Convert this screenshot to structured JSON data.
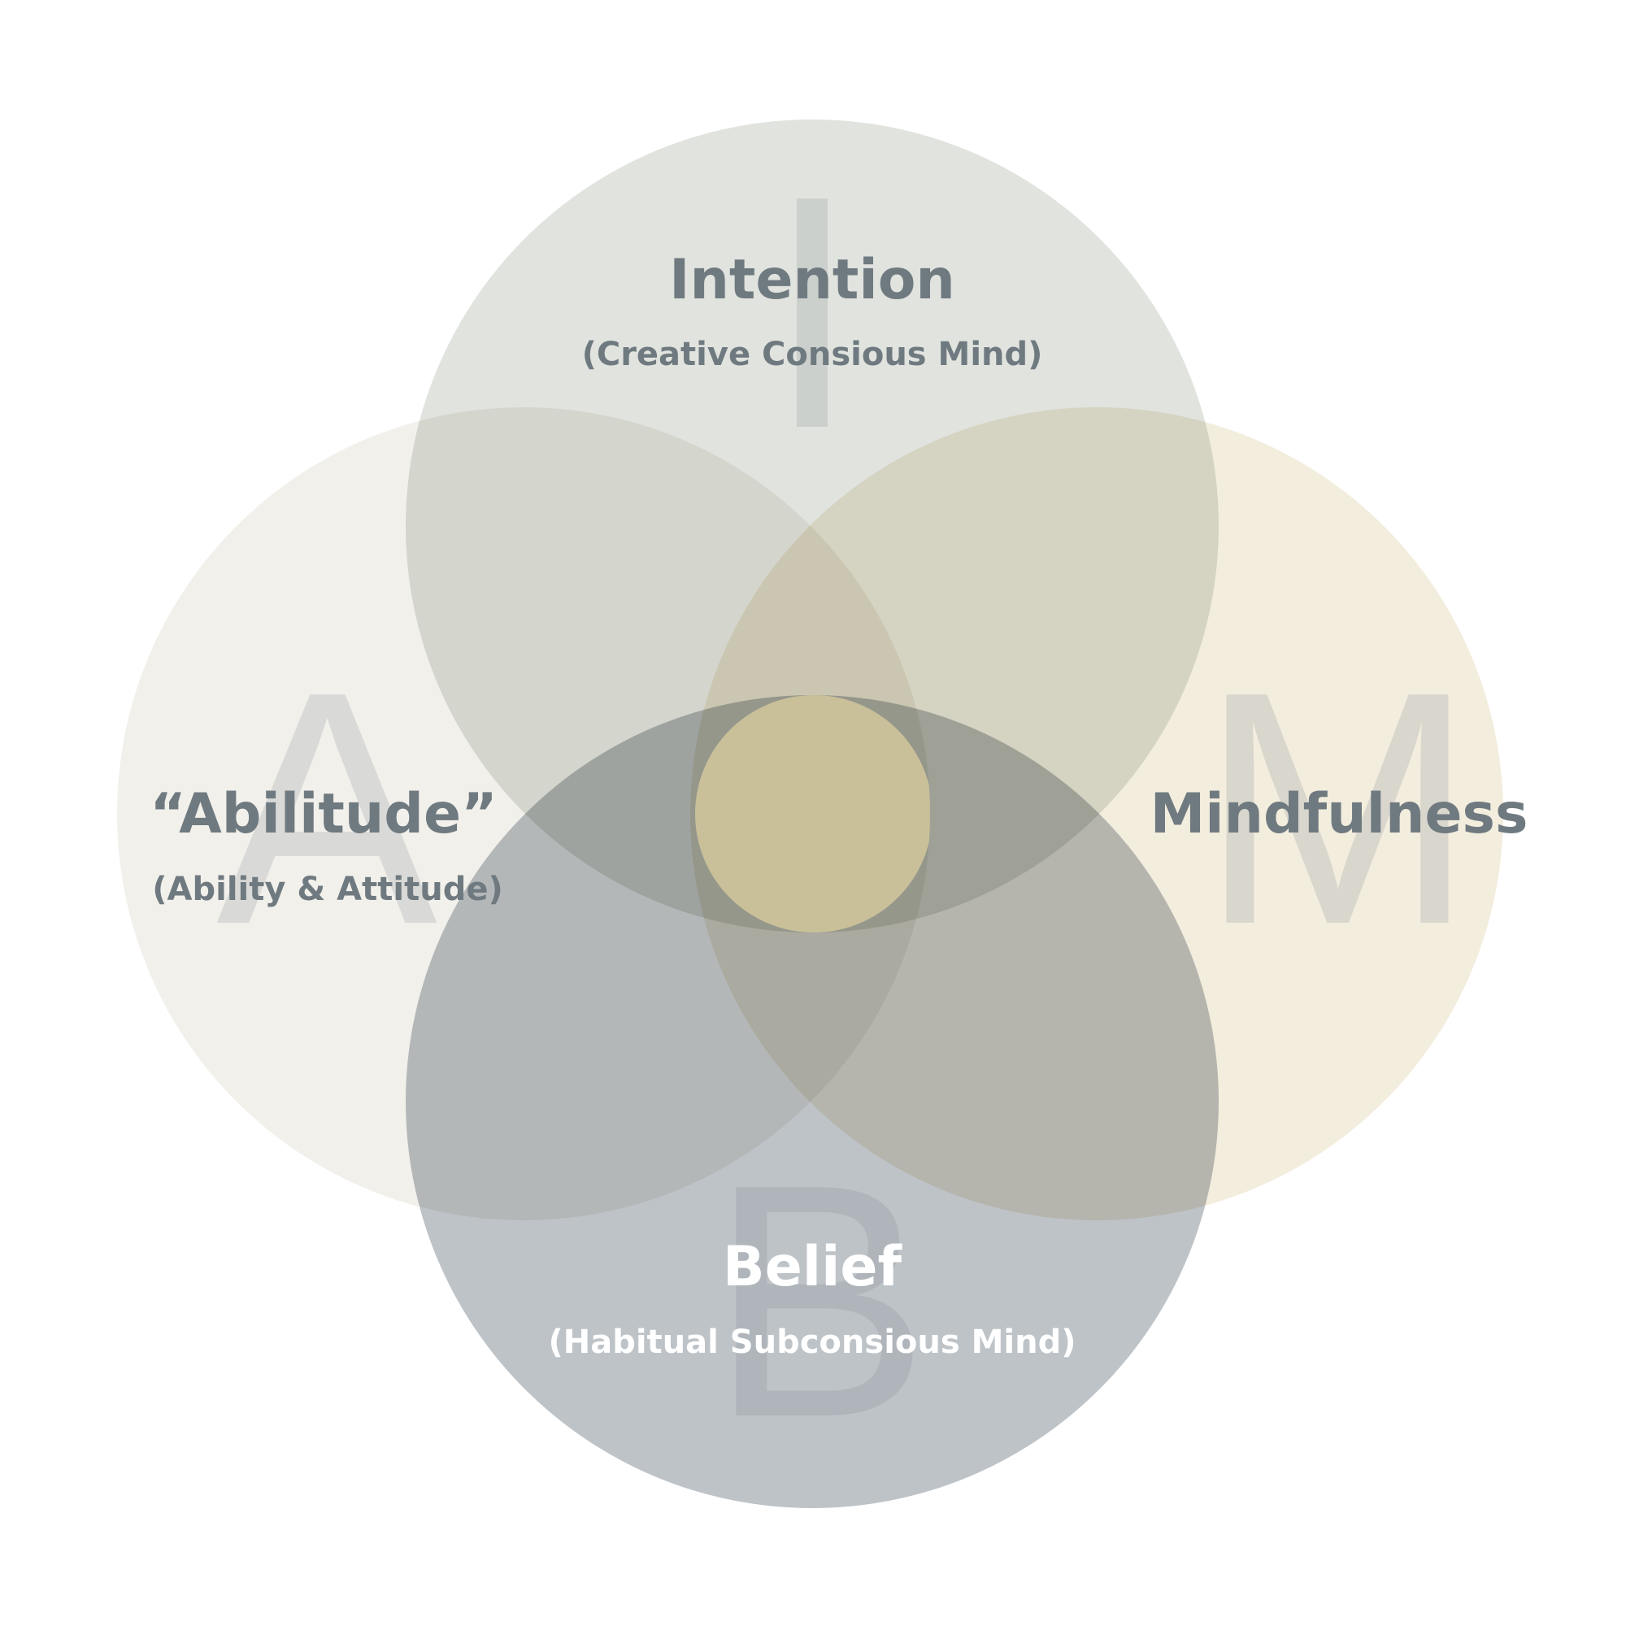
{
  "colors": {
    "intention": "#e0e3de",
    "abilitude": "#f2f0eb",
    "mindfulness": "#f3edde",
    "belief": "#b2b8bf",
    "center": "#c9c09a",
    "label": "#6f7a80",
    "belief_label": "#ffffff"
  },
  "circles": {
    "intention": {
      "letter": "I",
      "title": "Intention",
      "subtitle": "(Creative Consious Mind)"
    },
    "abilitude": {
      "letter": "A",
      "title": "“Abilitude”",
      "subtitle": "(Ability & Attitude)"
    },
    "mindfulness": {
      "letter": "M",
      "title": "Mindfulness"
    },
    "belief": {
      "letter": "B",
      "title": "Belief",
      "subtitle": "(Habitual Subconsious Mind)"
    }
  }
}
